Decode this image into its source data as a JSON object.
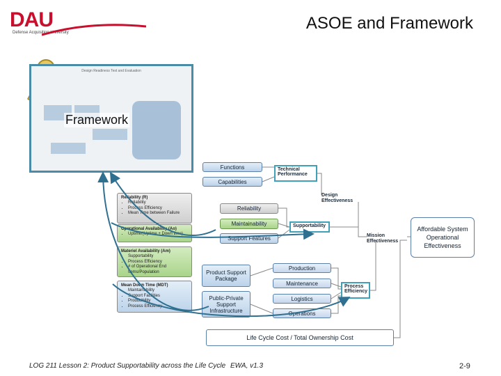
{
  "header": {
    "title": "ASOE and Framework",
    "logo_text": "DAU",
    "logo_subtitle": "Defense Acquisition University"
  },
  "framework": {
    "label": "Framework",
    "thumb_title": "Design Readiness Test and Evaluation"
  },
  "top_boxes": {
    "functions": "Functions",
    "capabilities": "Capabilities"
  },
  "labels": {
    "technical_performance": "Technical Performance",
    "design_effectiveness": "Design Effectiveness",
    "supportability": "Supportability",
    "mission_effectiveness": "Mission Effectiveness",
    "process_efficiency": "Process Efficiency"
  },
  "goal": "Affordable System Operational Effectiveness",
  "mid_boxes": {
    "reliability": "Reliability",
    "maintainability": "Maintainability",
    "support_features": "Support Features",
    "product_support_package": "Product Support Package",
    "public_private_support": "Public-Private Support Infrastructure",
    "production": "Production",
    "maintenance": "Maintenance",
    "logistics": "Logistics",
    "operations": "Operations",
    "lcc": "Life Cycle Cost / Total Ownership Cost"
  },
  "panels": {
    "reliability": {
      "header": "Reliability (R)",
      "items": [
        "Reliability",
        "Process Efficiency",
        "Mean Time between Failure"
      ]
    },
    "operational_availability": {
      "header": "Operational Availability (Ao)",
      "items": [
        "Uptime/(Uptime + Down time)"
      ]
    },
    "materiel_availability": {
      "header": "Materiel Availability (Am)",
      "items": [
        "Supportability",
        "Process Efficiency",
        "# of Operational End Items/Population"
      ]
    },
    "mean_down_time": {
      "header": "Mean Down Time (MDT)",
      "items": [
        "Maintainability",
        "Support Facilities",
        "Producibility",
        "Process Efficiency"
      ]
    }
  },
  "footer": {
    "text": "LOG 211 Lesson 2: Product Supportability across the Life Cycle",
    "version": "EWA, v1.3",
    "page": "2-9"
  },
  "colors": {
    "accent": "#4a8ca8",
    "brand": "#c8102e",
    "green": "#a9d48a",
    "blue": "#c6d7ec"
  }
}
